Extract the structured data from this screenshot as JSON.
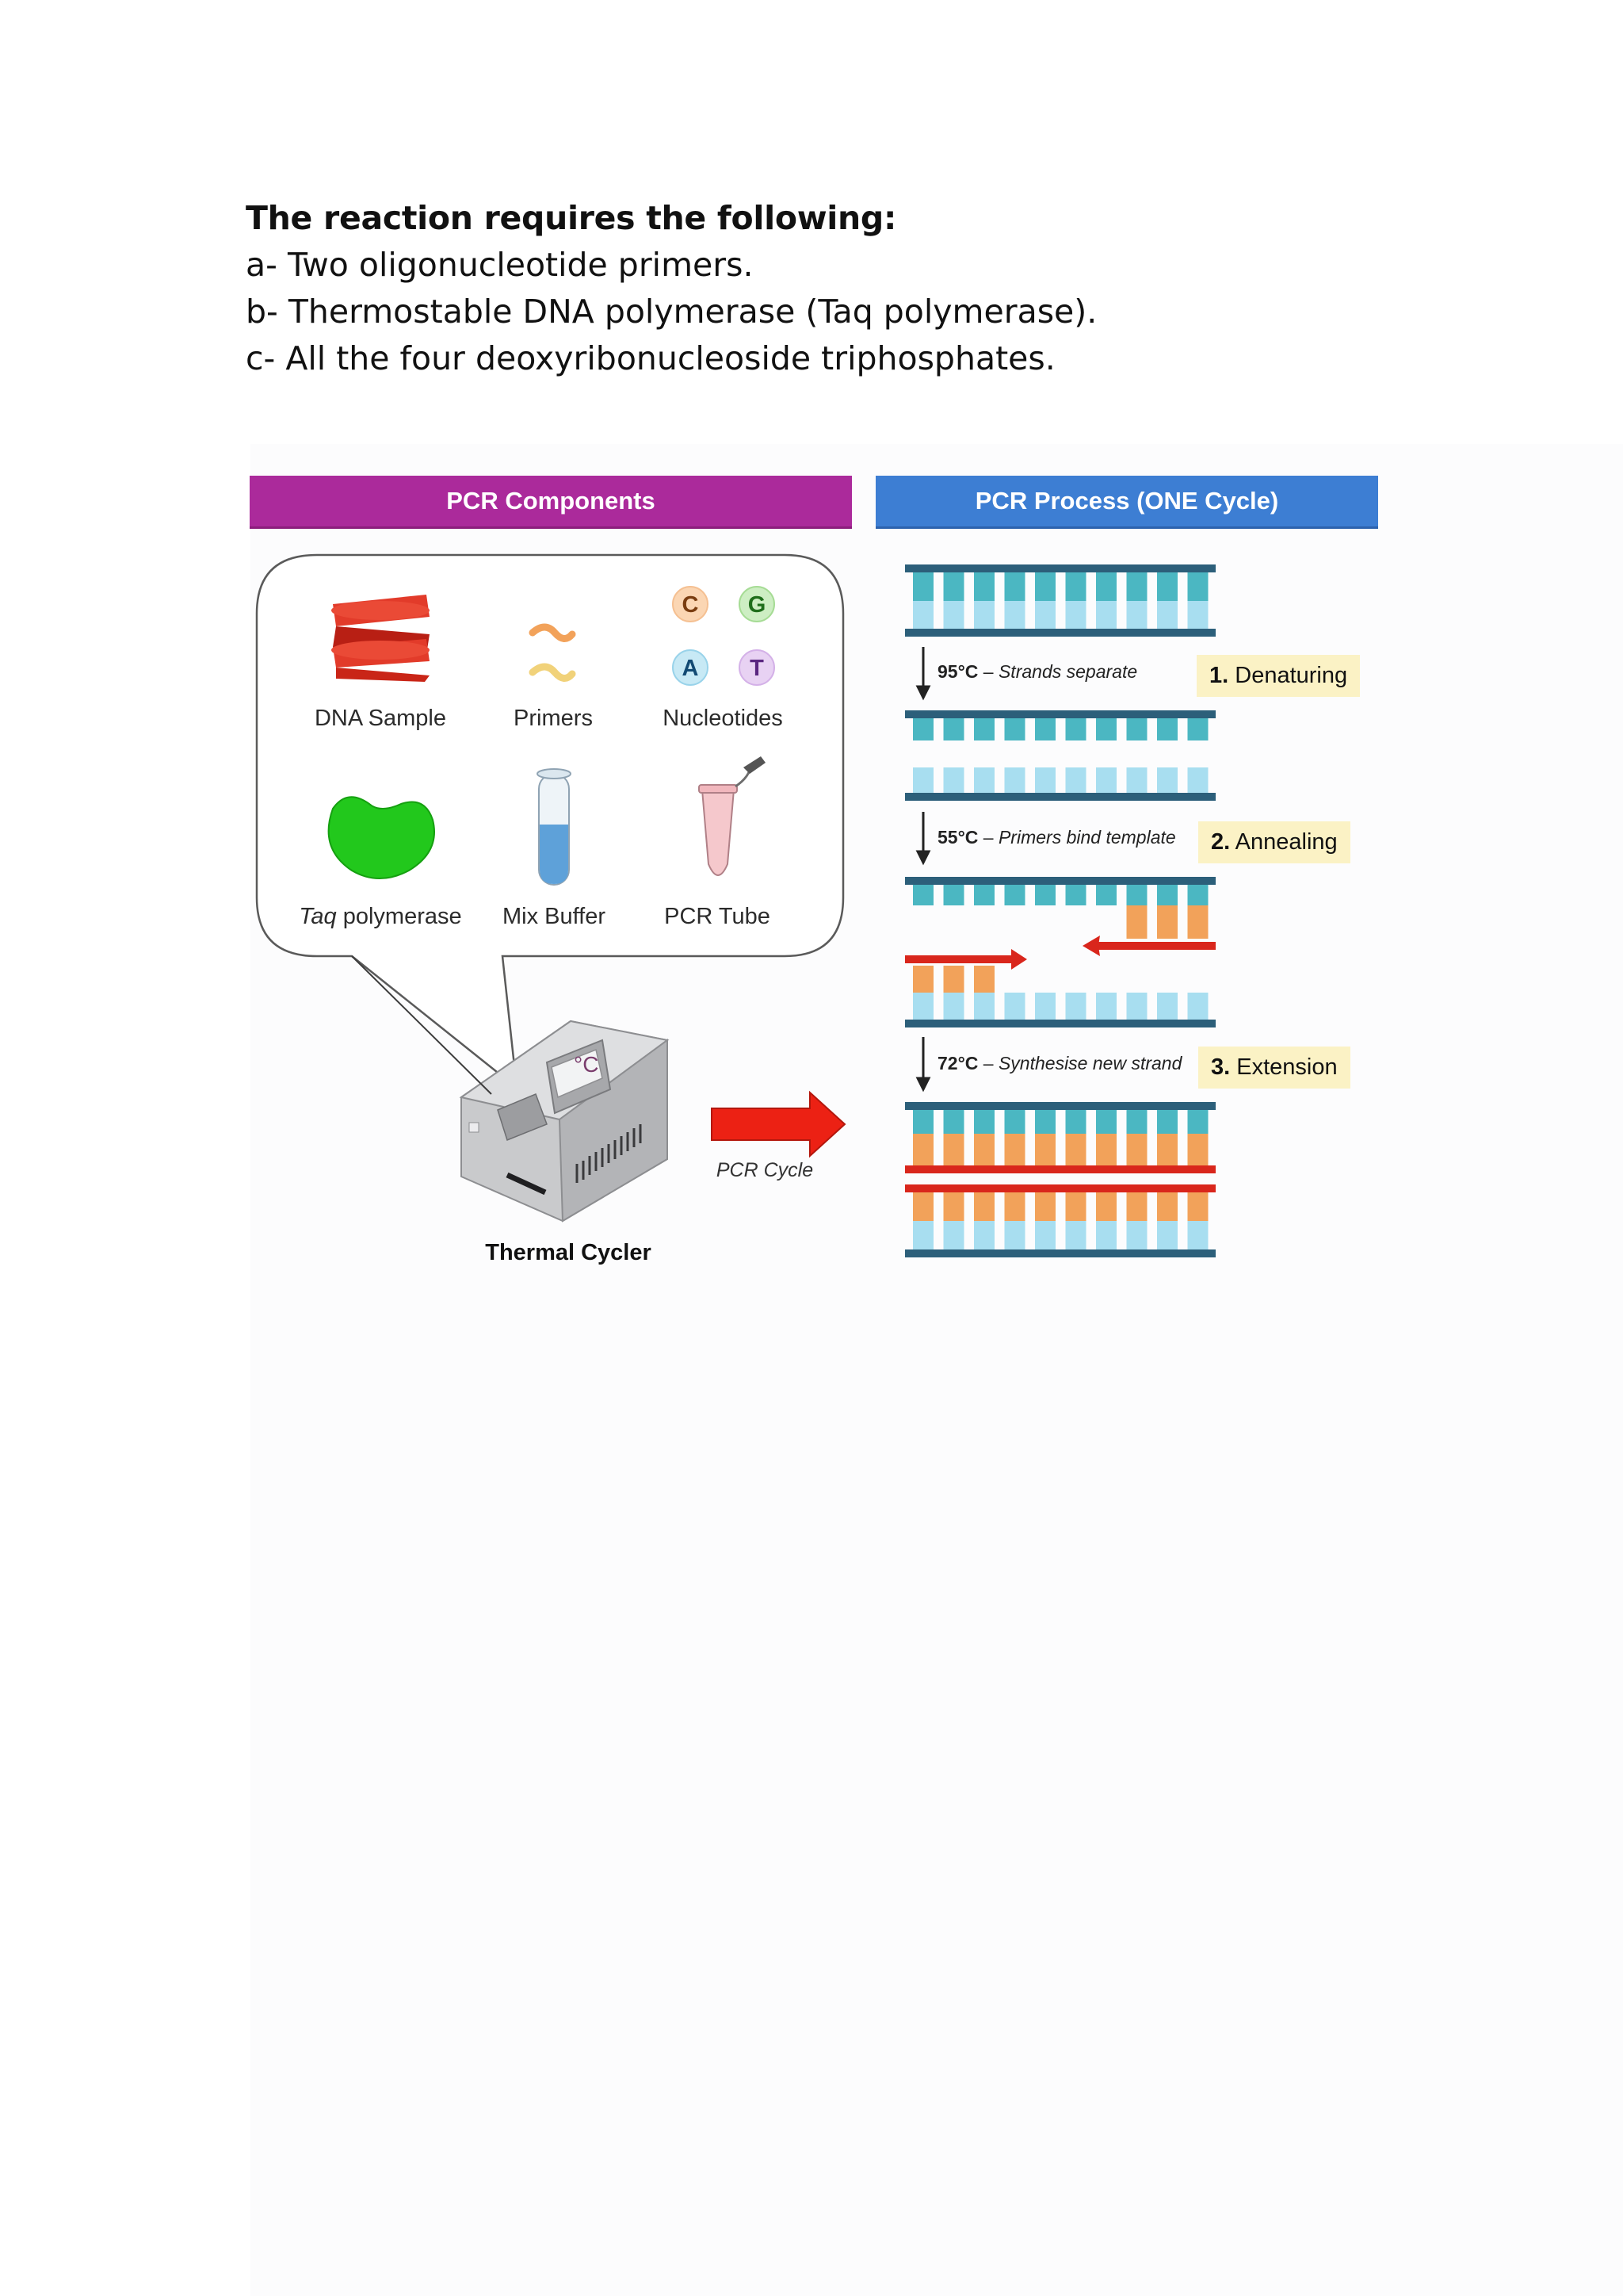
{
  "text": {
    "heading": "The reaction requires the following:",
    "items": [
      "a- Two oligonucleotide primers.",
      "b- Thermostable DNA polymerase (Taq polymerase).",
      "c- All the four deoxyribonucleoside triphosphates."
    ]
  },
  "figure": {
    "components_header": "PCR Components",
    "process_header": "PCR Process  (ONE Cycle)",
    "components": {
      "dna_sample": "DNA Sample",
      "primers": "Primers",
      "nucleotides": "Nucleotides",
      "taq_italic": "Taq",
      "taq_rest": " polymerase",
      "mix_buffer": "Mix Buffer",
      "pcr_tube": "PCR Tube",
      "thermal_cycler": "Thermal Cycler",
      "pcr_cycle": "PCR Cycle",
      "nucleotide_letters": [
        "C",
        "G",
        "A",
        "T"
      ],
      "degree_display": "°C"
    },
    "steps": [
      {
        "num": "1.",
        "name": " Denaturing",
        "temp": "95°C",
        "desc": "Strands separate"
      },
      {
        "num": "2.",
        "name": " Annealing",
        "temp": "55°C",
        "desc": "Primers bind template"
      },
      {
        "num": "3.",
        "name": " Extension",
        "temp": "72°C",
        "desc": "Synthesise new strand"
      }
    ],
    "colors": {
      "components_header": "#ab2a9b",
      "process_header": "#3d7ed3",
      "strand_backbone": "#2c5f7a",
      "base_teal": "#4bb7c2",
      "base_light_blue": "#a8def0",
      "base_orange": "#f2a25a",
      "primer_red": "#d9261c",
      "step_tag": "#fbf2c5"
    }
  }
}
